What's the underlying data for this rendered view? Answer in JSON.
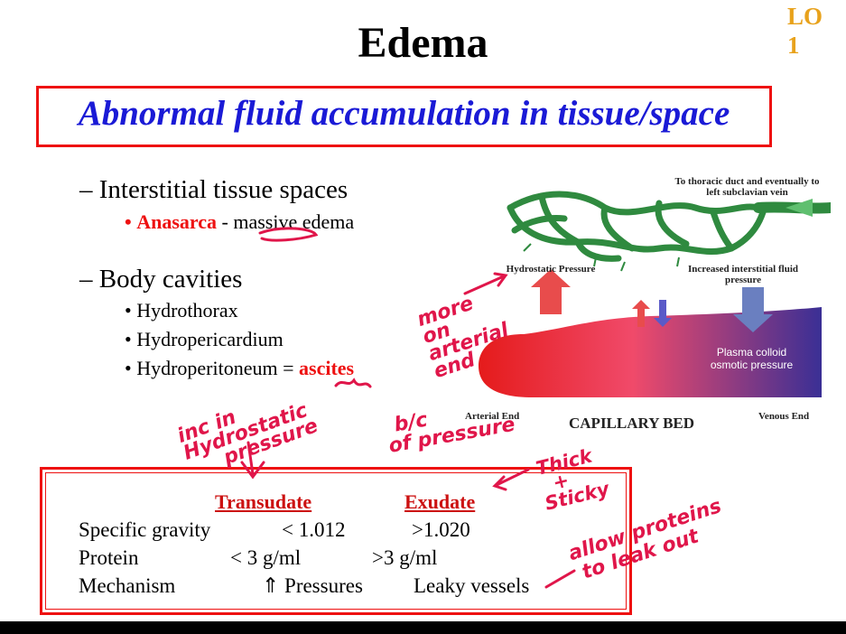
{
  "title": "Edema",
  "badge": "LO 1",
  "definition": "Abnormal fluid accumulation in tissue/space",
  "bullets": {
    "interstitial": "Interstitial tissue spaces",
    "anasarca_term": "Anasarca",
    "anasarca_rest": "- massive edema",
    "body_cavities": "Body cavities",
    "hydrothorax": "Hydrothorax",
    "hydropericardium": "Hydropericardium",
    "hydroperitoneum": "Hydroperitoneum =",
    "ascites": "ascites"
  },
  "diagram": {
    "thoracic": "To thoracic duct and eventually to left subclavian vein",
    "hydrostatic": "Hydrostatic Pressure",
    "interstitial_pressure": "Increased interstitial fluid pressure",
    "plasma": "Plasma colloid osmotic pressure",
    "arterial_end": "Arterial End",
    "capillary_bed": "CAPILLARY BED",
    "venous_end": "Venous End"
  },
  "comparison": {
    "headers": [
      "Transudate",
      "Exudate"
    ],
    "rows": [
      {
        "label": "Specific gravity",
        "transudate": "< 1.012",
        "exudate": ">1.020"
      },
      {
        "label": "Protein",
        "transudate": "< 3 g/ml",
        "exudate": ">3 g/ml"
      },
      {
        "label": "Mechanism",
        "transudate": "⇑ Pressures",
        "exudate": "Leaky vessels"
      }
    ]
  },
  "handwriting": {
    "more": "more",
    "on": "on",
    "arterial": "arterial",
    "end": "end",
    "inc_in": "inc in",
    "hydrostatic": "Hydrostatic",
    "pressure": "pressure",
    "bc": "b/c",
    "of_pressure": "of pressure",
    "thick": "Thick",
    "amp": "+",
    "sticky": "Sticky",
    "allow_proteins": "allow proteins",
    "to_leak_out": "to leak out"
  },
  "colors": {
    "title_badge": "#e8a21c",
    "definition_text": "#1a1ad6",
    "border_red": "#e11111",
    "ink": "#e0164a"
  }
}
